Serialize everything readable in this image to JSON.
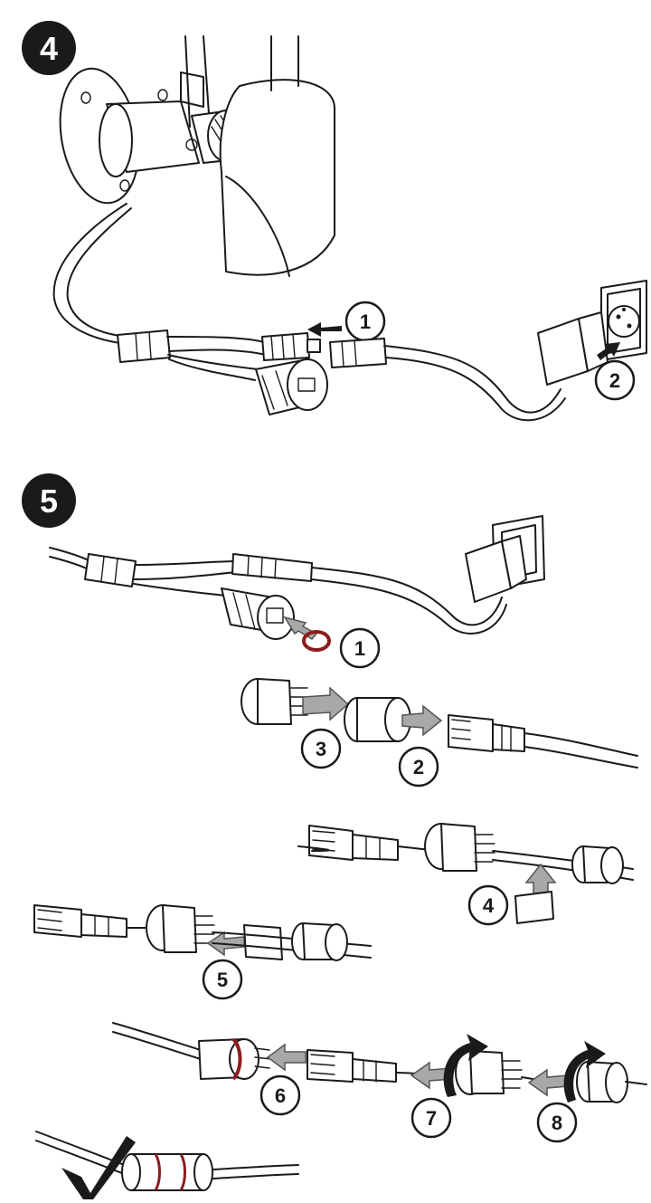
{
  "step_4": {
    "badge": "4",
    "callouts": [
      "1",
      "2"
    ]
  },
  "step_5": {
    "badge": "5",
    "callouts": [
      "1",
      "2",
      "3",
      "4",
      "5",
      "6",
      "7",
      "8"
    ]
  },
  "colors": {
    "line": "#1a1a1a",
    "arrow_fill": "#a8a8a8",
    "seal_ring": "#8b1d1d",
    "background": "#ffffff"
  },
  "icons": [
    "checkmark-icon",
    "rotate-arrow-icon",
    "push-arrow-icon"
  ]
}
